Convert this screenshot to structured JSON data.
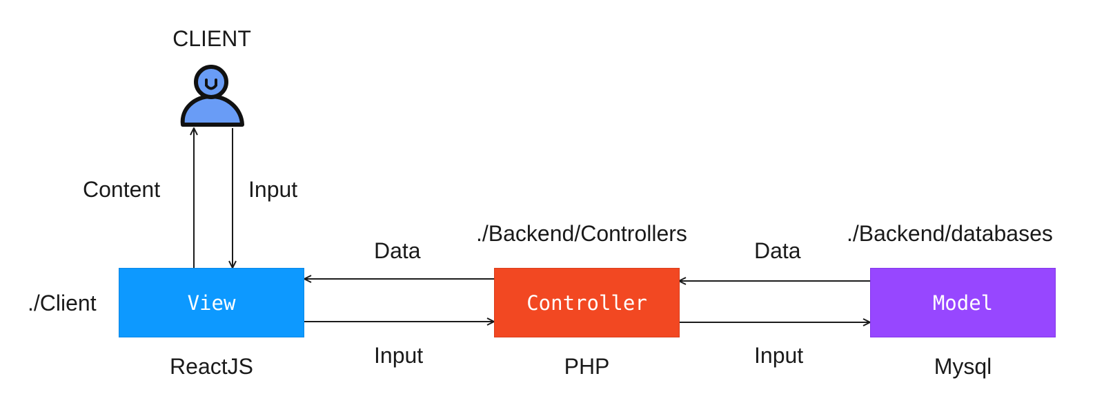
{
  "client": {
    "title": "CLIENT",
    "icon": "user-avatar-icon"
  },
  "client_links": {
    "up_label": "Content",
    "down_label": "Input"
  },
  "view": {
    "label": "View",
    "path": "./Client",
    "tech": "ReactJS",
    "color": "#0d99ff"
  },
  "controller": {
    "label": "Controller",
    "path": "./Backend/Controllers",
    "tech": "PHP",
    "color": "#f24822"
  },
  "model": {
    "label": "Model",
    "path": "./Backend/databases",
    "tech": "Mysql",
    "color": "#9747ff"
  },
  "view_controller_links": {
    "top_label": "Data",
    "bottom_label": "Input"
  },
  "controller_model_links": {
    "top_label": "Data",
    "bottom_label": "Input"
  }
}
